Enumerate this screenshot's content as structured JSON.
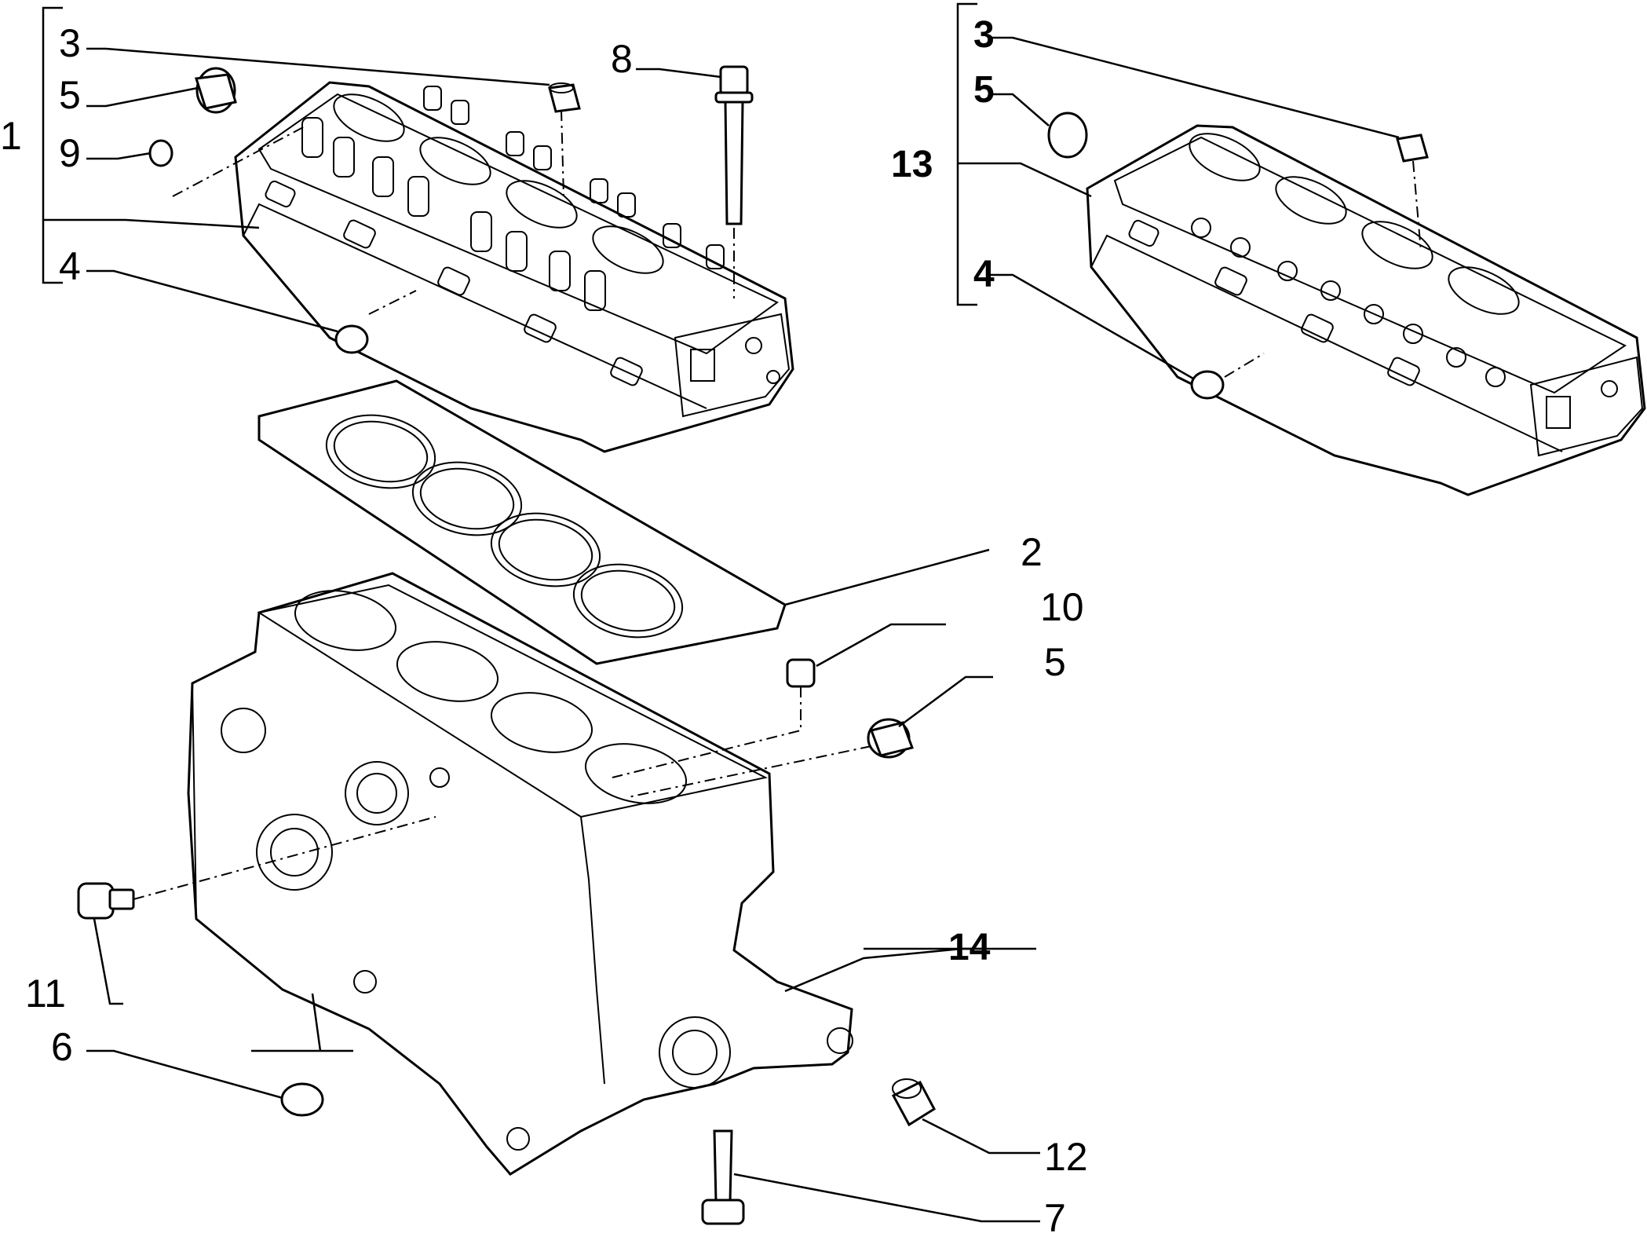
{
  "callouts": {
    "c1": "1",
    "c2": "2",
    "c3_left": "3",
    "c3_right": "3",
    "c4_left": "4",
    "c4_right": "4",
    "c5_left": "5",
    "c5_right": "5",
    "c5_lower": "5",
    "c6": "6",
    "c7": "7",
    "c8": "8",
    "c9": "9",
    "c10": "10",
    "c11": "11",
    "c12": "12",
    "c13": "13",
    "c14": "14"
  },
  "colors": {
    "line": "#000000",
    "background": "#ffffff"
  },
  "icons": {
    "cylinder_head_assembly": "cylinder-head-with-valves",
    "cylinder_head_bare": "cylinder-head",
    "head_gasket": "head-gasket",
    "engine_block": "engine-block"
  }
}
